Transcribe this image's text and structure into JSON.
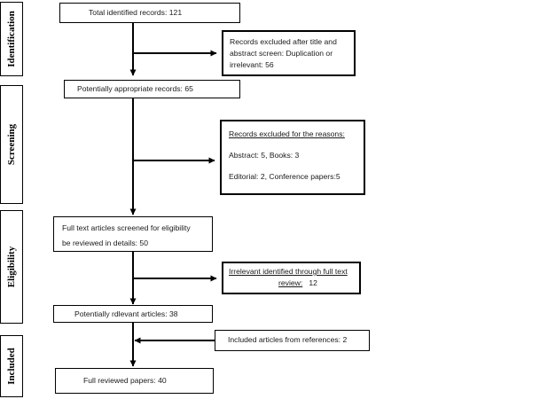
{
  "stages": {
    "identification": "Identification",
    "screening": "Screening",
    "eligibility": "Eligibility",
    "included": "Included"
  },
  "boxes": {
    "total_identified": "Total identified records: 121",
    "excluded_title_abstract": {
      "line1": "Records excluded after title and",
      "line2": "abstract screen:  Duplication or",
      "line3": "irrelevant: 56"
    },
    "potentially_appropriate": "Potentially appropriate records: 65",
    "excluded_reasons": {
      "title": "Records excluded for the reasons:",
      "line1": "Abstract: 5, Books: 3",
      "line2": "Editorial: 2, Conference papers:5"
    },
    "full_text_screened": {
      "line1": "Full text articles screened for eligibility",
      "line2": "be reviewed in details: 50"
    },
    "irrelevant_full_text": {
      "line1": "Irrelevant identified through full text",
      "line2": "review:",
      "line2_value": "12"
    },
    "potentially_relevant": "Potentially rdlevant articles: 38",
    "included_from_references": "Included articles from references: 2",
    "full_reviewed": "Full reviewed papers: 40"
  }
}
